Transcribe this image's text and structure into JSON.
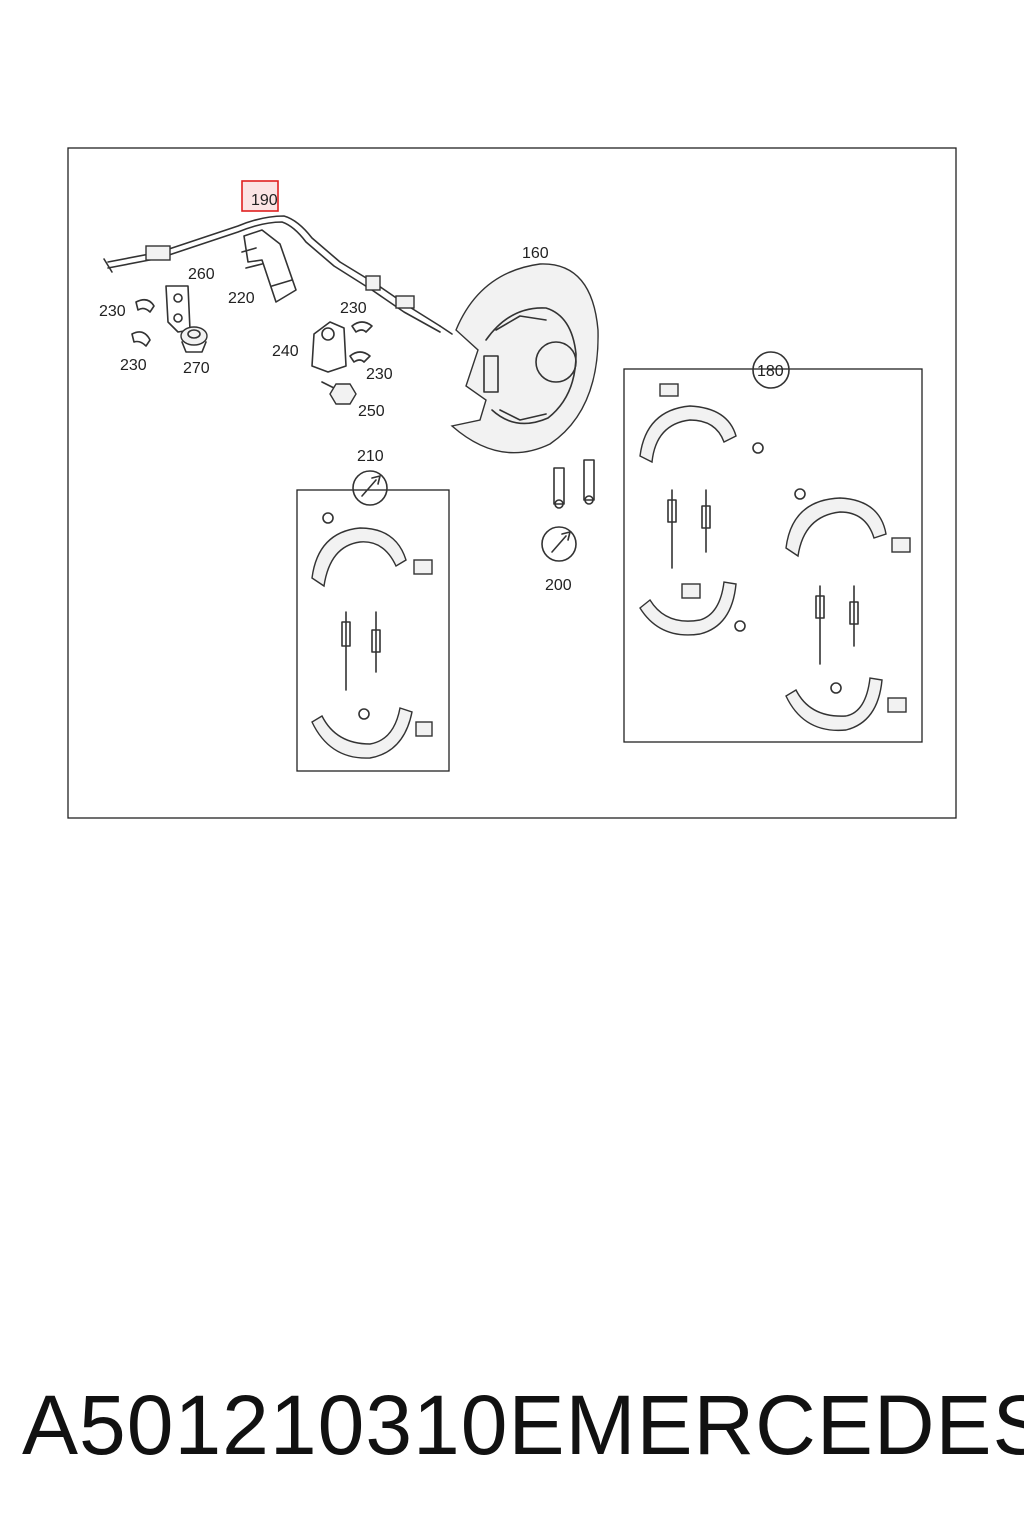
{
  "diagram": {
    "highlight_label": "190",
    "labels": {
      "l160": "160",
      "l180": "180",
      "l200": "200",
      "l210": "210",
      "l220": "220",
      "l230a": "230",
      "l230b": "230",
      "l230c": "230",
      "l230d": "230",
      "l240": "240",
      "l250": "250",
      "l260": "260",
      "l270": "270"
    },
    "colors": {
      "highlight": "#e02020",
      "line": "#333333",
      "frame": "#222222"
    }
  },
  "footer": {
    "part_number": "A501210310E",
    "brand": "MERCEDES"
  }
}
